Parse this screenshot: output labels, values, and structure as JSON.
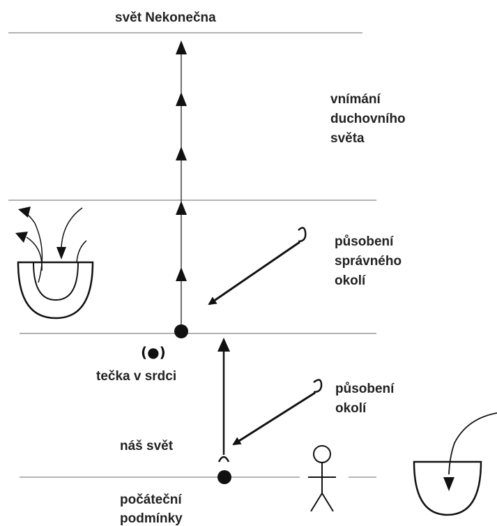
{
  "labels": {
    "top_world": "svět Nekonečna",
    "perception_l1": "vnímání",
    "perception_l2": "duchovního",
    "perception_l3": "světa",
    "influence_right_l1": "působení",
    "influence_right_l2": "správného",
    "influence_right_l3": "okolí",
    "point_symbol": "(●)",
    "point_label": "tečka v srdci",
    "influence_l1": "působení",
    "influence_l2": "okolí",
    "our_world": "náš svět",
    "initial_l1": "počáteční",
    "initial_l2": "podmínky"
  },
  "colors": {
    "line": "#9a9a9a",
    "ink": "#111111",
    "text": "#222222"
  }
}
